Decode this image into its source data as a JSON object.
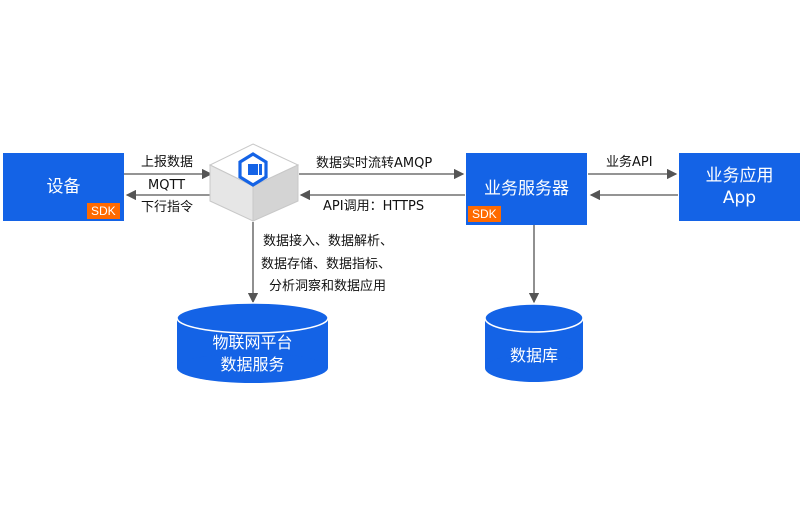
{
  "device": {
    "label": "设备",
    "sdk": "SDK"
  },
  "iot_hub": {
    "icon": "iot-platform-icon"
  },
  "business_server": {
    "label": "业务服务器",
    "sdk": "SDK"
  },
  "business_app": {
    "line1": "业务应用",
    "line2": "App"
  },
  "edges": {
    "report": "上报数据",
    "mqtt": "MQTT",
    "command": "下行指令",
    "amqp": "数据实时流转AMQP",
    "api_call": "API调用：HTTPS",
    "business_api": "业务API",
    "services": [
      "数据接入、数据解析、",
      "数据存储、数据指标、",
      "分析洞察和数据应用"
    ]
  },
  "platform_db": {
    "line1": "物联网平台",
    "line2": "数据服务"
  },
  "database": {
    "label": "数据库"
  },
  "colors": {
    "primary": "#1463e6",
    "sdk": "#ff6a00",
    "arrow": "#555555"
  }
}
